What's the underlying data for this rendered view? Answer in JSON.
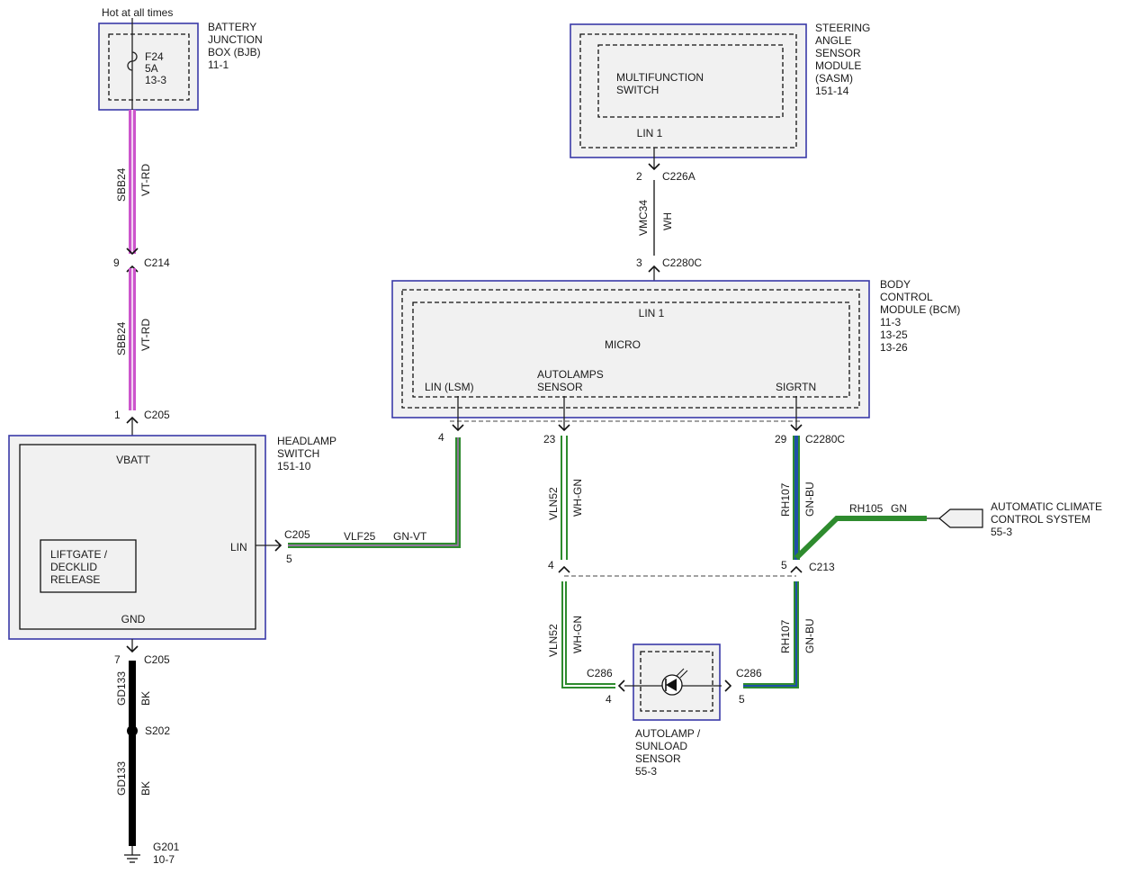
{
  "power_note": "Hot at all times",
  "modules": {
    "bjb": {
      "name_lines": [
        "BATTERY",
        "JUNCTION",
        "BOX (BJB)",
        "11-1"
      ],
      "fuse_lines": [
        "F24",
        "5A",
        "13-3"
      ]
    },
    "sasm": {
      "name_lines": [
        "STEERING",
        "ANGLE",
        "SENSOR",
        "MODULE",
        "(SASM)",
        "151-14"
      ],
      "inner_lines": [
        "MULTIFUNCTION",
        "SWITCH"
      ],
      "pin_label": "LIN 1"
    },
    "bcm": {
      "name_lines": [
        "BODY",
        "CONTROL",
        "MODULE (BCM)",
        "11-3",
        "13-25",
        "13-26"
      ],
      "top_pin": "LIN 1",
      "center_label": "MICRO",
      "pin_lin": "LIN (LSM)",
      "pin_autolamps": [
        "AUTOLAMPS",
        "SENSOR"
      ],
      "pin_sigrtn": "SIGRTN"
    },
    "headlamp": {
      "name_lines": [
        "HEADLAMP",
        "SWITCH",
        "151-10"
      ],
      "pin_vbatt": "VBATT",
      "pin_lin": "LIN",
      "pin_gnd": "GND",
      "inner_lines": [
        "LIFTGATE /",
        "DECKLID",
        "RELEASE"
      ]
    },
    "sensor": {
      "name_lines": [
        "AUTOLAMP /",
        "SUNLOAD",
        "SENSOR",
        "55-3"
      ]
    },
    "climate": {
      "name_lines": [
        "AUTOMATIC CLIMATE",
        "CONTROL SYSTEM",
        "55-3"
      ]
    }
  },
  "wires": {
    "sbb24_top": {
      "circuit": "SBB24",
      "color": "VT-RD"
    },
    "sbb24_mid": {
      "circuit": "SBB24",
      "color": "VT-RD"
    },
    "vmc34": {
      "circuit": "VMC34",
      "color": "WH"
    },
    "vlf25": {
      "circuit": "VLF25",
      "color": "GN-VT"
    },
    "vln52_top": {
      "circuit": "VLN52",
      "color": "WH-GN"
    },
    "vln52_bot": {
      "circuit": "VLN52",
      "color": "WH-GN"
    },
    "rh107_top": {
      "circuit": "RH107",
      "color": "GN-BU"
    },
    "rh107_bot": {
      "circuit": "RH107",
      "color": "GN-BU"
    },
    "rh105": {
      "circuit": "RH105",
      "color": "GN"
    },
    "gd133_top": {
      "circuit": "GD133",
      "color": "BK"
    },
    "gd133_bot": {
      "circuit": "GD133",
      "color": "BK"
    }
  },
  "connectors": {
    "c214": {
      "pin": "9",
      "name": "C214"
    },
    "c205_top": {
      "pin": "1",
      "name": "C205"
    },
    "c205_lin": {
      "pin": "5",
      "name": "C205"
    },
    "c205_gnd": {
      "pin": "7",
      "name": "C205"
    },
    "c226a": {
      "pin": "2",
      "name": "C226A"
    },
    "c2280c_top": {
      "pin": "3",
      "name": "C2280C"
    },
    "c2280c_pin4": "4",
    "c2280c_pin23": "23",
    "c2280c_pin29": {
      "pin": "29",
      "name": "C2280C"
    },
    "c213": {
      "pin_left": "4",
      "pin_right": "5",
      "name": "C213"
    },
    "c286_left": {
      "pin": "4",
      "name": "C286"
    },
    "c286_right": {
      "pin": "5",
      "name": "C286"
    }
  },
  "splice": "S202",
  "ground": {
    "name": "G201",
    "ref": "10-7"
  },
  "colors": {
    "module_border": "#3a3aa8",
    "module_fill": "#f1f1f1",
    "violet": "#cc55cc",
    "red": "#ee88cc",
    "green": "#2e8b2e",
    "white": "#ffffff",
    "blue": "#1f4fa8",
    "black": "#000000"
  }
}
